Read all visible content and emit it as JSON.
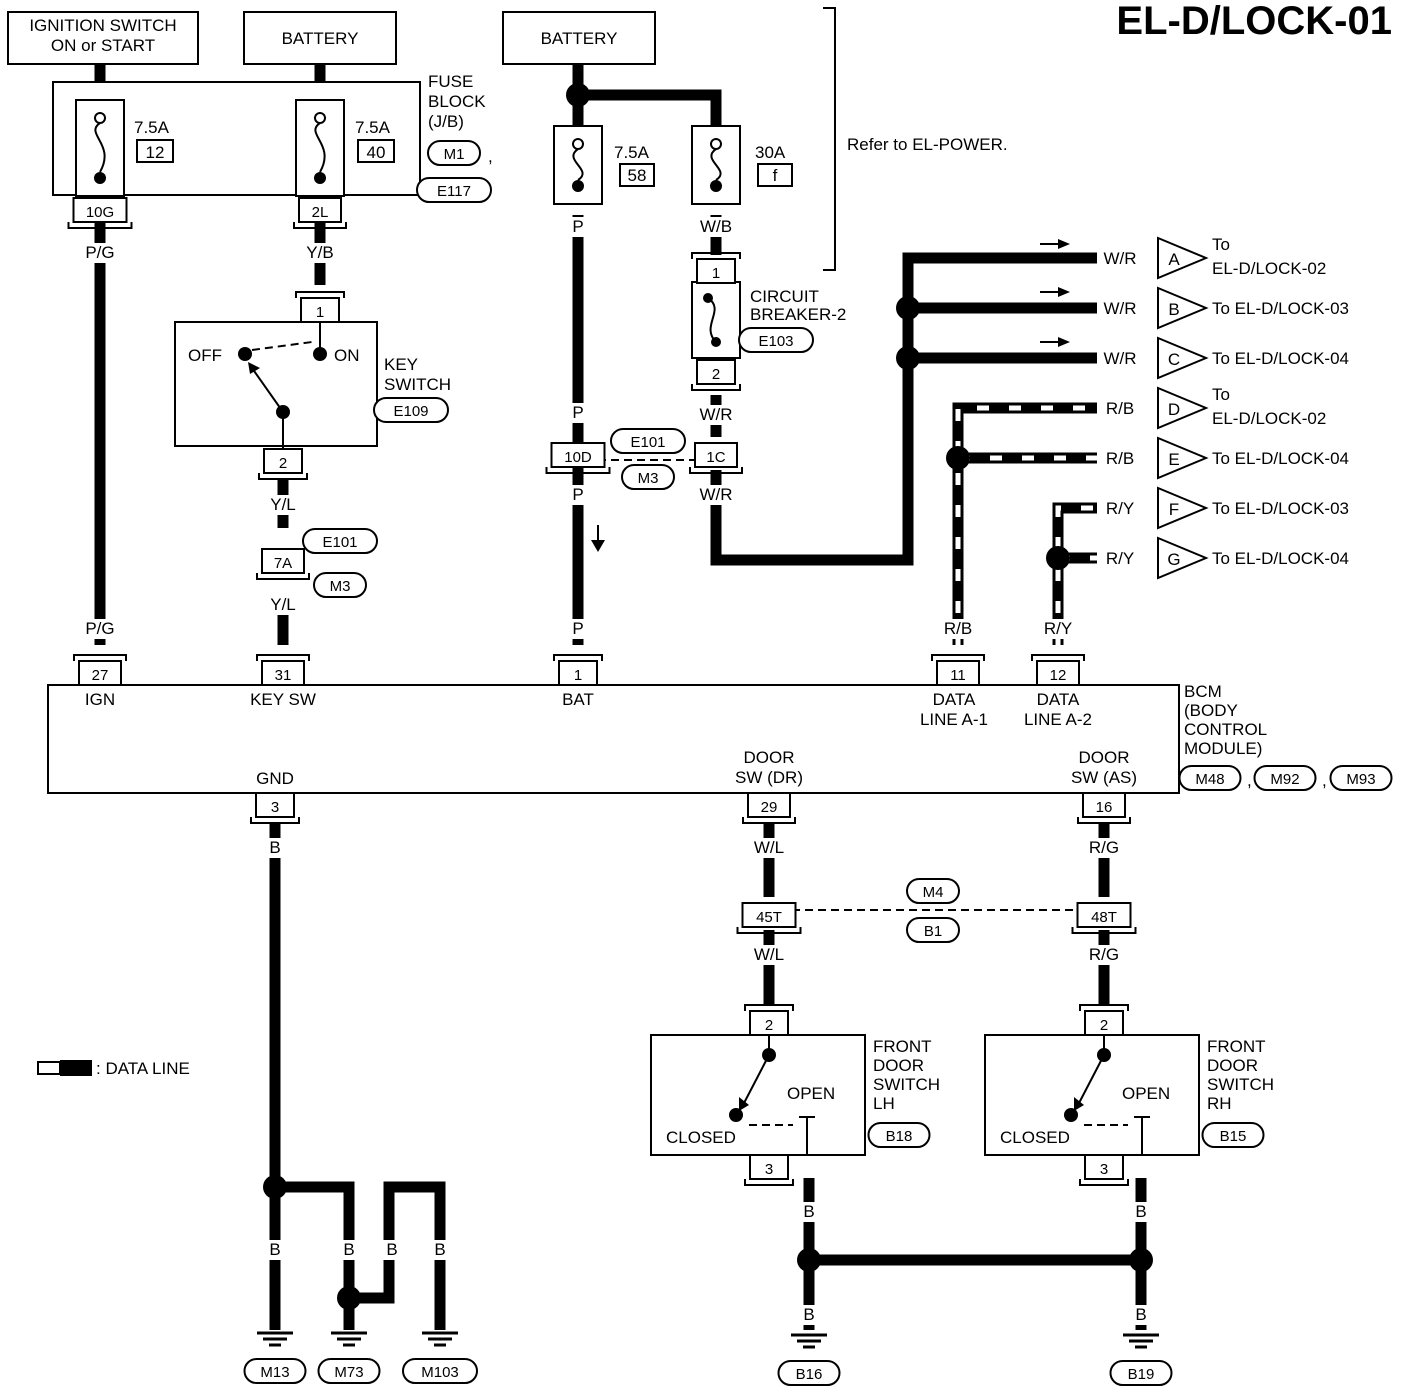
{
  "title": "EL-D/LOCK-01",
  "sources": {
    "ignition": "IGNITION SWITCH\nON or START",
    "battery1": "BATTERY",
    "battery2": "BATTERY"
  },
  "refer": "Refer to EL-POWER.",
  "fuse_block": {
    "label": "FUSE\nBLOCK\n(J/B)",
    "connectors": [
      "M1",
      "E117"
    ],
    "comma": ","
  },
  "fuses": [
    {
      "rating": "7.5A",
      "number": "12",
      "terminal": "10G"
    },
    {
      "rating": "7.5A",
      "number": "40",
      "terminal": "2L"
    },
    {
      "rating": "7.5A",
      "number": "58"
    },
    {
      "rating": "30A",
      "number": "f"
    }
  ],
  "circuit_breaker": {
    "label": "CIRCUIT\nBREAKER-2",
    "connector": "E103",
    "pin_in": "1",
    "pin_out": "2"
  },
  "key_switch": {
    "label": "KEY\nSWITCH",
    "connector": "E109",
    "off": "OFF",
    "on": "ON",
    "pin_in": "1",
    "pin_out": "2"
  },
  "joint_connectors": {
    "e101": "E101",
    "m3": "M3",
    "m4": "M4",
    "b1": "B1"
  },
  "terminals": {
    "t7a": "7A",
    "t10d": "10D",
    "t1c": "1C",
    "t45t": "45T",
    "t48t": "48T"
  },
  "wire_colors": {
    "pg": "P/G",
    "yb": "Y/B",
    "yl": "Y/L",
    "p": "P",
    "wb": "W/B",
    "wr": "W/R",
    "rb": "R/B",
    "ry": "R/Y",
    "b": "B",
    "wl": "W/L",
    "rg": "R/G"
  },
  "outputs": [
    {
      "wire": "W/R",
      "letter": "A",
      "target": "To\nEL-D/LOCK-02"
    },
    {
      "wire": "W/R",
      "letter": "B",
      "target": "To EL-D/LOCK-03"
    },
    {
      "wire": "W/R",
      "letter": "C",
      "target": "To EL-D/LOCK-04"
    },
    {
      "wire": "R/B",
      "letter": "D",
      "target": "To\nEL-D/LOCK-02"
    },
    {
      "wire": "R/B",
      "letter": "E",
      "target": "To EL-D/LOCK-04"
    },
    {
      "wire": "R/Y",
      "letter": "F",
      "target": "To EL-D/LOCK-03"
    },
    {
      "wire": "R/Y",
      "letter": "G",
      "target": "To EL-D/LOCK-04"
    }
  ],
  "bcm": {
    "label": "BCM\n(BODY\nCONTROL\nMODULE)",
    "connectors": [
      "M48",
      "M92",
      "M93"
    ],
    "comma": ",",
    "pins_top": [
      {
        "pin": "27",
        "name": "IGN"
      },
      {
        "pin": "31",
        "name": "KEY SW"
      },
      {
        "pin": "1",
        "name": "BAT"
      },
      {
        "pin": "11",
        "name": "DATA\nLINE A-1"
      },
      {
        "pin": "12",
        "name": "DATA\nLINE A-2"
      }
    ],
    "pins_bottom": [
      {
        "pin": "3",
        "name": "GND"
      },
      {
        "pin": "29",
        "name": "DOOR\nSW (DR)"
      },
      {
        "pin": "16",
        "name": "DOOR\nSW (AS)"
      }
    ]
  },
  "door_switches": [
    {
      "label": "FRONT\nDOOR\nSWITCH\nLH",
      "connector": "B18",
      "open": "OPEN",
      "closed": "CLOSED",
      "pin_top": "2",
      "pin_bottom": "3"
    },
    {
      "label": "FRONT\nDOOR\nSWITCH\nRH",
      "connector": "B15",
      "open": "OPEN",
      "closed": "CLOSED",
      "pin_top": "2",
      "pin_bottom": "3"
    }
  ],
  "grounds": [
    "M13",
    "M73",
    "M103",
    "B16",
    "B19"
  ],
  "legend": ": DATA LINE"
}
